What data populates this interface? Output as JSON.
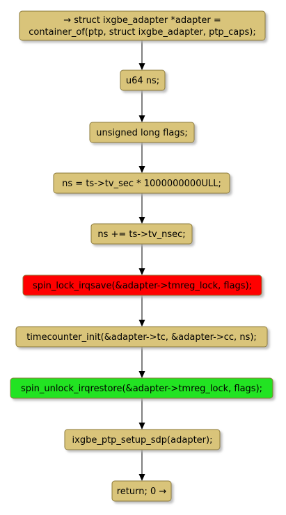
{
  "colors": {
    "default_fill": "#d9c47a",
    "lock_fill": "#ff0000",
    "unlock_fill": "#22e322",
    "border": "#8c7a3b",
    "shadow": "#c8c8c8"
  },
  "nodes": [
    {
      "id": "n0",
      "lines": [
        "→ struct ixgbe_adapter *adapter =",
        "container_of(ptp, struct ixgbe_adapter, ptp_caps);"
      ],
      "color": "default"
    },
    {
      "id": "n1",
      "lines": [
        "u64 ns;"
      ],
      "color": "default"
    },
    {
      "id": "n2",
      "lines": [
        "unsigned long flags;"
      ],
      "color": "default"
    },
    {
      "id": "n3",
      "lines": [
        "ns = ts->tv_sec * 1000000000ULL;"
      ],
      "color": "default"
    },
    {
      "id": "n4",
      "lines": [
        "ns += ts->tv_nsec;"
      ],
      "color": "default"
    },
    {
      "id": "n5",
      "lines": [
        "spin_lock_irqsave(&adapter->tmreg_lock, flags);"
      ],
      "color": "lock"
    },
    {
      "id": "n6",
      "lines": [
        "timecounter_init(&adapter->tc, &adapter->cc, ns);"
      ],
      "color": "default"
    },
    {
      "id": "n7",
      "lines": [
        "spin_unlock_irqrestore(&adapter->tmreg_lock, flags);"
      ],
      "color": "unlock"
    },
    {
      "id": "n8",
      "lines": [
        "ixgbe_ptp_setup_sdp(adapter);"
      ],
      "color": "default"
    },
    {
      "id": "n9",
      "lines": [
        "return; 0 →"
      ],
      "color": "default"
    }
  ]
}
